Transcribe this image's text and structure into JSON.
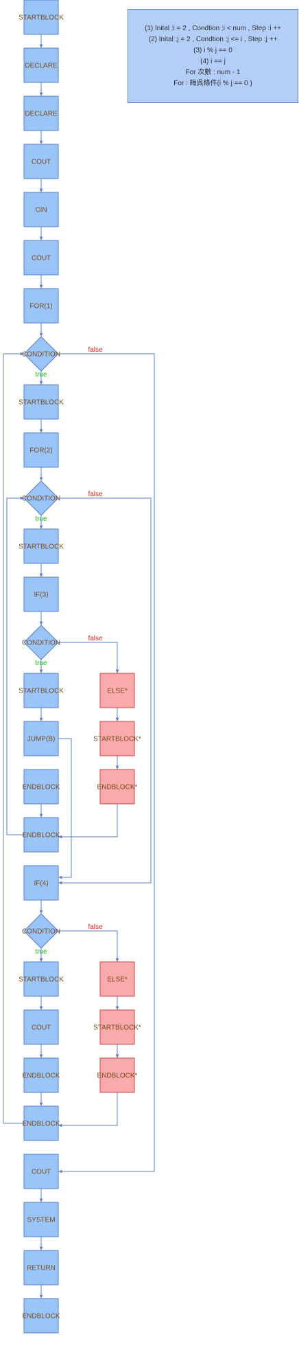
{
  "legend": [
    "(1)  Inital :i = 2  , Condtion :i < num , Step :i ++",
    "(2)  Inital :j = 2  , Condtion :j <= i , Step :j ++",
    "(3) i % j == 0",
    "(4) i == j",
    "For 次數 : num - 1",
    "For : 晦呉條件(i % j == 0 )"
  ],
  "colors": {
    "node_fill": "#99c5f9",
    "node_stroke": "#5b80c8",
    "else_fill": "#f9aaaa",
    "else_stroke": "#c8484a",
    "edge": "#5b80c8",
    "text": "#7a4a1c",
    "true_label": "#1db41d",
    "false_label": "#e02020"
  },
  "nodes": [
    {
      "id": "n0",
      "label": "STARTBLOCK",
      "kind": "block"
    },
    {
      "id": "n1",
      "label": "DECLARE",
      "kind": "block"
    },
    {
      "id": "n2",
      "label": "DECLARE",
      "kind": "block"
    },
    {
      "id": "n3",
      "label": "COUT",
      "kind": "block"
    },
    {
      "id": "n4",
      "label": "CIN",
      "kind": "block"
    },
    {
      "id": "n5",
      "label": "COUT",
      "kind": "block"
    },
    {
      "id": "n6",
      "label": "FOR(1)",
      "kind": "block"
    },
    {
      "id": "d1",
      "label": "CONDITION",
      "kind": "decision"
    },
    {
      "id": "n7",
      "label": "STARTBLOCK",
      "kind": "block"
    },
    {
      "id": "n8",
      "label": "FOR(2)",
      "kind": "block"
    },
    {
      "id": "d2",
      "label": "CONDITION",
      "kind": "decision"
    },
    {
      "id": "n9",
      "label": "STARTBLOCK",
      "kind": "block"
    },
    {
      "id": "n10",
      "label": "IF(3)",
      "kind": "block"
    },
    {
      "id": "d3",
      "label": "CONDITION",
      "kind": "decision"
    },
    {
      "id": "n11",
      "label": "STARTBLOCK",
      "kind": "block"
    },
    {
      "id": "e1",
      "label": "ELSE*",
      "kind": "else"
    },
    {
      "id": "n12",
      "label": "JUMP(B)",
      "kind": "block"
    },
    {
      "id": "e2",
      "label": "STARTBLOCK*",
      "kind": "else"
    },
    {
      "id": "n13",
      "label": "ENDBLOCK",
      "kind": "block"
    },
    {
      "id": "e3",
      "label": "ENDBLOCK*",
      "kind": "else"
    },
    {
      "id": "n14",
      "label": "ENDBLOCK",
      "kind": "block"
    },
    {
      "id": "n15",
      "label": "IF(4)",
      "kind": "block"
    },
    {
      "id": "d4",
      "label": "CONDITION",
      "kind": "decision"
    },
    {
      "id": "n16",
      "label": "STARTBLOCK",
      "kind": "block"
    },
    {
      "id": "e4",
      "label": "ELSE*",
      "kind": "else"
    },
    {
      "id": "n17",
      "label": "COUT",
      "kind": "block"
    },
    {
      "id": "e5",
      "label": "STARTBLOCK*",
      "kind": "else"
    },
    {
      "id": "n18",
      "label": "ENDBLOCK",
      "kind": "block"
    },
    {
      "id": "e6",
      "label": "ENDBLOCK*",
      "kind": "else"
    },
    {
      "id": "n19",
      "label": "ENDBLOCK",
      "kind": "block"
    },
    {
      "id": "n20",
      "label": "COUT",
      "kind": "block"
    },
    {
      "id": "n21",
      "label": "SYSTEM",
      "kind": "block"
    },
    {
      "id": "n22",
      "label": "RETURN",
      "kind": "block"
    },
    {
      "id": "n23",
      "label": "ENDBLOCK",
      "kind": "block"
    }
  ],
  "edges": [
    {
      "from": "n0",
      "to": "n1"
    },
    {
      "from": "n1",
      "to": "n2"
    },
    {
      "from": "n2",
      "to": "n3"
    },
    {
      "from": "n3",
      "to": "n4"
    },
    {
      "from": "n4",
      "to": "n5"
    },
    {
      "from": "n5",
      "to": "n6"
    },
    {
      "from": "n6",
      "to": "d1"
    },
    {
      "from": "d1",
      "to": "n7",
      "label": "true"
    },
    {
      "from": "d1",
      "to": "n20",
      "label": "false"
    },
    {
      "from": "n7",
      "to": "n8"
    },
    {
      "from": "n8",
      "to": "d2"
    },
    {
      "from": "d2",
      "to": "n9",
      "label": "true"
    },
    {
      "from": "d2",
      "to": "n15",
      "label": "false"
    },
    {
      "from": "n9",
      "to": "n10"
    },
    {
      "from": "n10",
      "to": "d3"
    },
    {
      "from": "d3",
      "to": "n11",
      "label": "true"
    },
    {
      "from": "d3",
      "to": "e1",
      "label": "false"
    },
    {
      "from": "n11",
      "to": "n12"
    },
    {
      "from": "n12",
      "to": "n15"
    },
    {
      "from": "n13",
      "to": "n14"
    },
    {
      "from": "e1",
      "to": "e2"
    },
    {
      "from": "e2",
      "to": "e3"
    },
    {
      "from": "e3",
      "to": "n14"
    },
    {
      "from": "n14",
      "to": "d2"
    },
    {
      "from": "n15",
      "to": "d4"
    },
    {
      "from": "d4",
      "to": "n16",
      "label": "true"
    },
    {
      "from": "d4",
      "to": "e4",
      "label": "false"
    },
    {
      "from": "n16",
      "to": "n17"
    },
    {
      "from": "n17",
      "to": "n18"
    },
    {
      "from": "n18",
      "to": "n19"
    },
    {
      "from": "e4",
      "to": "e5"
    },
    {
      "from": "e5",
      "to": "e6"
    },
    {
      "from": "e6",
      "to": "n19"
    },
    {
      "from": "n19",
      "to": "d1"
    },
    {
      "from": "n20",
      "to": "n21"
    },
    {
      "from": "n21",
      "to": "n22"
    },
    {
      "from": "n22",
      "to": "n23"
    }
  ]
}
